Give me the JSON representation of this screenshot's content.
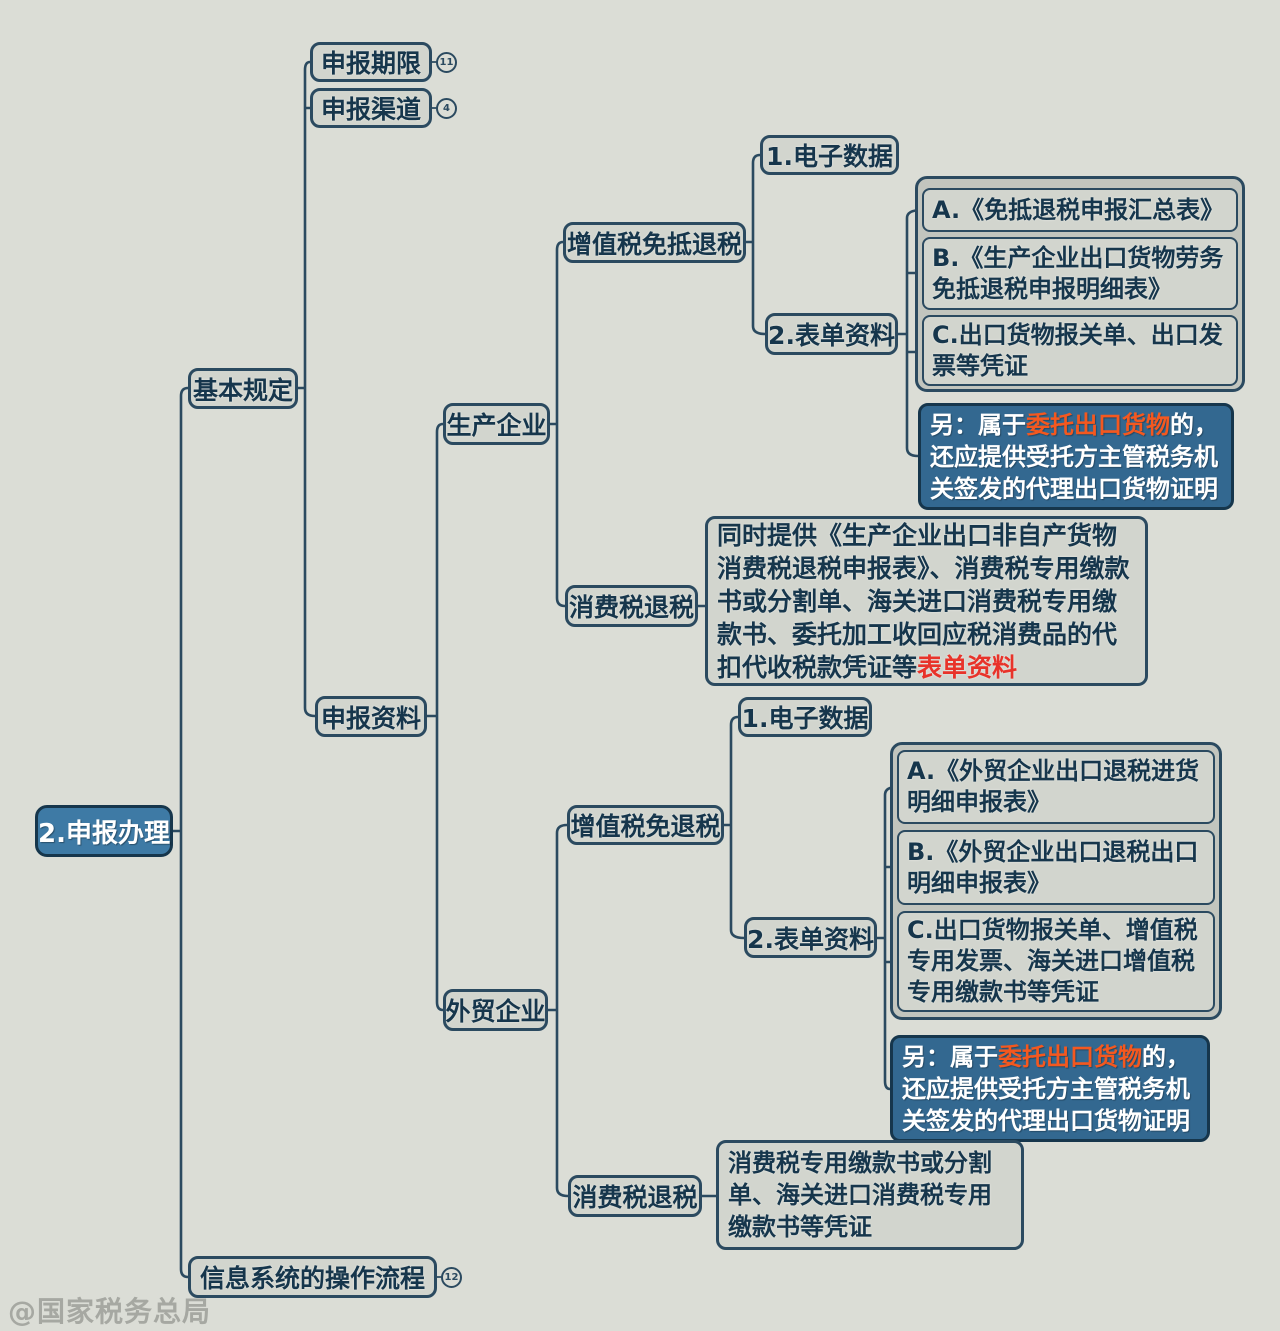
{
  "root": {
    "label": "2.申报办理"
  },
  "branches": {
    "basic_rules": {
      "label": "基本规定"
    },
    "deadline": {
      "label": "申报期限",
      "badge": "11"
    },
    "channel": {
      "label": "申报渠道",
      "badge": "4"
    },
    "materials": {
      "label": "申报资料"
    },
    "info_system": {
      "label": "信息系统的操作流程",
      "badge": "12"
    }
  },
  "production": {
    "label": "生产企业",
    "vat": {
      "label": "增值税免抵退税",
      "edata": "1.电子数据",
      "forms": "2.表单资料",
      "form_items": [
        "A.《免抵退税申报汇总表》",
        "B.《生产企业出口货物劳务免抵退税申报明细表》",
        "C.出口货物报关单、出口发票等凭证"
      ],
      "note": {
        "prefix": "另：属于",
        "highlight": "委托出口货物",
        "suffix": "的，还应提供受托方主管税务机关签发的代理出口货物证明"
      }
    },
    "consumption": {
      "label": "消费税退税",
      "text_main": "同时提供《生产企业出口非自产货物消费税退税申报表》、消费税专用缴款书或分割单、海关进口消费税专用缴款书、委托加工收回应税消费品的代扣代收税款凭证等",
      "text_highlight": "表单资料"
    }
  },
  "foreign_trade": {
    "label": "外贸企业",
    "vat": {
      "label": "增值税免退税",
      "edata": "1.电子数据",
      "forms": "2.表单资料",
      "form_items": [
        "A.《外贸企业出口退税进货明细申报表》",
        "B.《外贸企业出口退税出口明细申报表》",
        "C.出口货物报关单、增值税专用发票、海关进口增值税专用缴款书等凭证"
      ],
      "note": {
        "prefix": "另：属于",
        "highlight": "委托出口货物",
        "suffix": "的，还应提供受托方主管税务机关签发的代理出口货物证明"
      }
    },
    "consumption": {
      "label": "消费税退税",
      "text": "消费税专用缴款书或分割单、海关进口消费税专用缴款书等凭证"
    }
  },
  "watermark": "@国家税务总局",
  "colors": {
    "background": "#dbddd6",
    "node_fill": "#d2d5ce",
    "container_fill": "#c2c5be",
    "node_border": "#2b4a60",
    "text": "#16364c",
    "root_fill": "#3e7aa5",
    "note_fill": "#336890",
    "highlight_orange": "#f4581f",
    "highlight_red": "#e8332a"
  }
}
